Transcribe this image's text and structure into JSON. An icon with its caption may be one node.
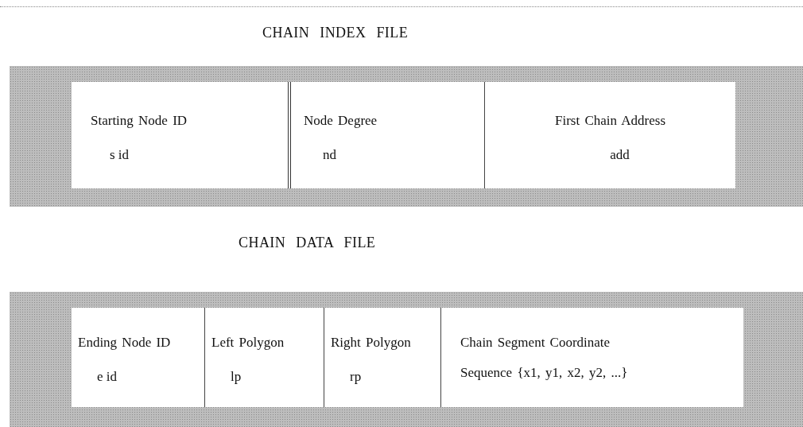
{
  "diagram": {
    "nodes": [
      {
        "text": [
          "CHAIN INDEX FILE"
        ]
      },
      {
        "text": [
          "Starting Node ID",
          "s id"
        ],
        "in": 0
      },
      {
        "text": [
          "Node Degree",
          "nd"
        ],
        "in": 0
      },
      {
        "text": [
          "First Chain Address",
          "add"
        ],
        "in": 0
      },
      {
        "text": [
          "CHAIN DATA FILE"
        ]
      },
      {
        "text": [
          "Ending Node ID",
          "e id"
        ],
        "in": 4
      },
      {
        "text": [
          "Left Polygon",
          "lp"
        ],
        "in": 4
      },
      {
        "text": [
          "Right Polygon",
          "rp"
        ],
        "in": 4
      },
      {
        "text": [
          "Chain Segment Coordinate Sequence {x1, y1, x2, y2, ...}"
        ],
        "in": 4
      }
    ]
  }
}
